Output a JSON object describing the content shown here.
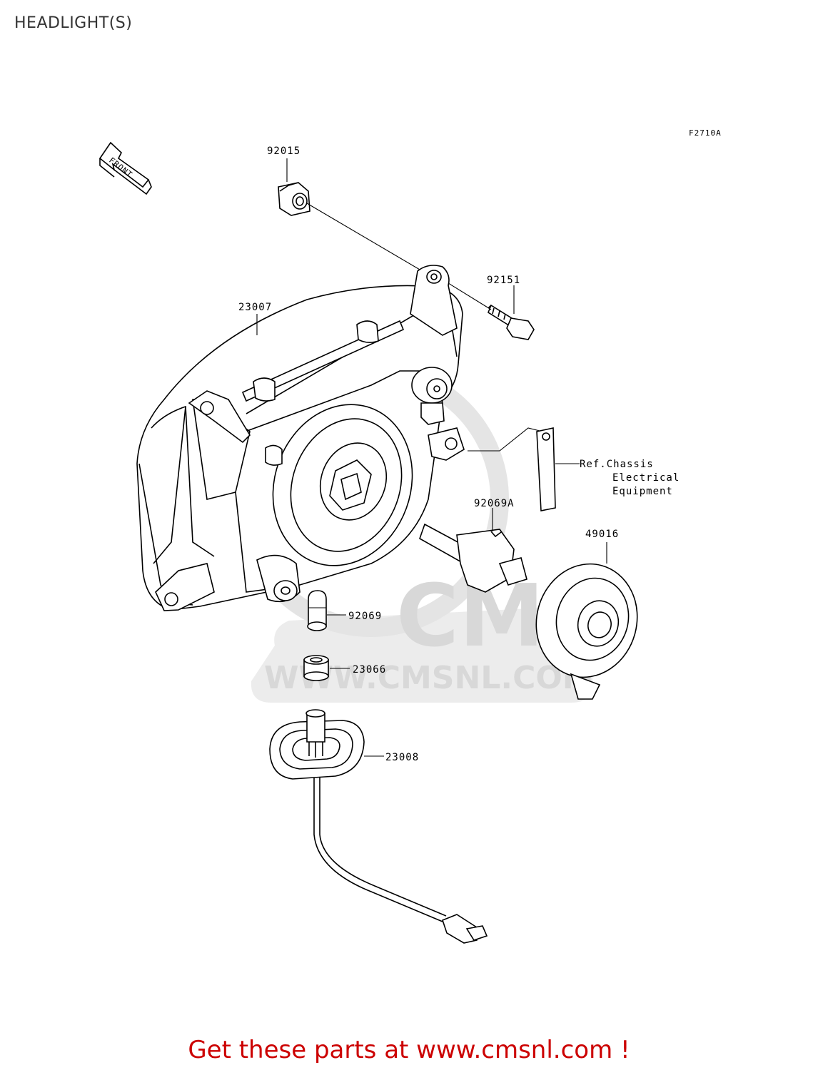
{
  "page": {
    "title": "HEADLIGHT(S)"
  },
  "diagram": {
    "figure_code": "F2710A",
    "front_arrow_text": "FRONT",
    "parts": [
      {
        "number": "92015",
        "item": "clip"
      },
      {
        "number": "92151",
        "item": "bolt"
      },
      {
        "number": "23007",
        "item": "headlight-housing"
      },
      {
        "number": "92069A",
        "item": "headlight-bulb"
      },
      {
        "number": "49016",
        "item": "boot"
      },
      {
        "number": "92069",
        "item": "position-bulb"
      },
      {
        "number": "23066",
        "item": "grommet"
      },
      {
        "number": "23008",
        "item": "socket-harness"
      }
    ],
    "reference": {
      "line1": "Ref.Chassis",
      "line2": "Electrical",
      "line3": "Equipment"
    }
  },
  "watermark": {
    "brand": "CMS",
    "url": "WWW.CMSNL.COM"
  },
  "promo": {
    "text": "Get these parts at www.cmsnl.com !",
    "color": "#cc0000"
  }
}
